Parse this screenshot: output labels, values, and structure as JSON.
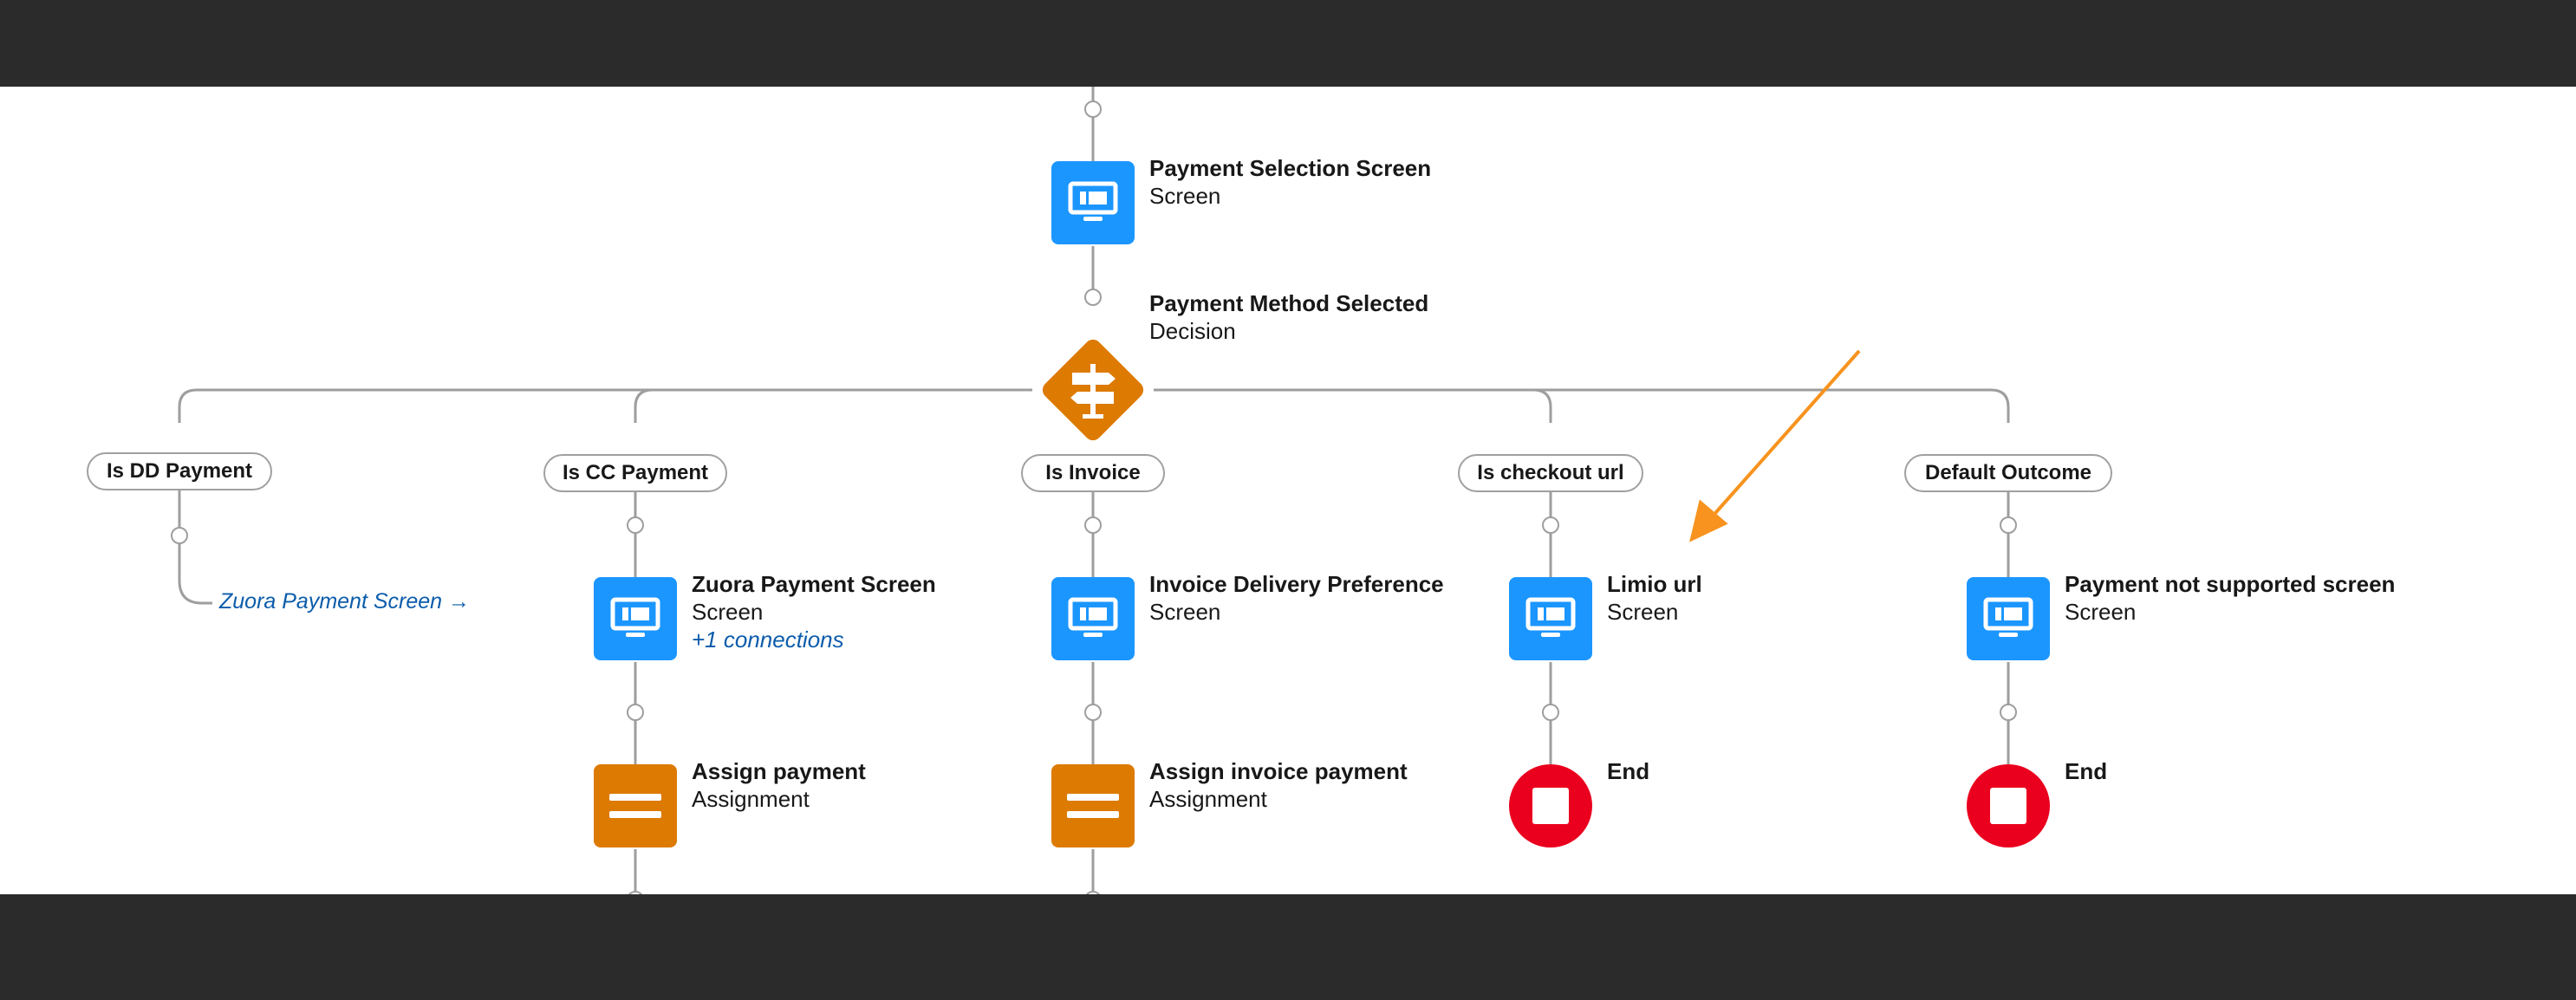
{
  "nodes": {
    "payment_selection": {
      "title": "Payment Selection Screen",
      "type": "Screen",
      "icon": "screen-monitor-icon"
    },
    "payment_method": {
      "title": "Payment Method Selected",
      "type": "Decision",
      "icon": "signpost-icon"
    },
    "zuora_screen": {
      "title": "Zuora Payment Screen",
      "type": "Screen",
      "connections": "+1 connections",
      "icon": "screen-monitor-icon"
    },
    "invoice_delivery": {
      "title": "Invoice Delivery Preference",
      "type": "Screen",
      "icon": "screen-monitor-icon"
    },
    "limio_url": {
      "title": "Limio url",
      "type": "Screen",
      "icon": "screen-monitor-icon"
    },
    "payment_not_supported": {
      "title": "Payment not supported screen",
      "type": "Screen",
      "icon": "screen-monitor-icon"
    },
    "assign_payment": {
      "title": "Assign payment",
      "type": "Assignment",
      "icon": "equals-icon"
    },
    "assign_invoice_payment": {
      "title": "Assign invoice payment",
      "type": "Assignment",
      "icon": "equals-icon"
    },
    "end_limio": {
      "title": "End",
      "icon": "stop-icon"
    },
    "end_default": {
      "title": "End",
      "icon": "stop-icon"
    }
  },
  "outcomes": {
    "dd": "Is DD Payment",
    "cc": "Is CC Payment",
    "invoice": "Is Invoice",
    "checkout": "Is checkout url",
    "default": "Default Outcome"
  },
  "goto_link": "Zuora Payment Screen →",
  "colors": {
    "screen": "#1b96ff",
    "assignment": "#dd7a01",
    "decision": "#dd7a01",
    "end": "#ea001e",
    "annotation_arrow": "#f7931e",
    "link": "#0b5cab",
    "connector": "#9e9e9e",
    "background_frame": "#2b2b2b"
  }
}
